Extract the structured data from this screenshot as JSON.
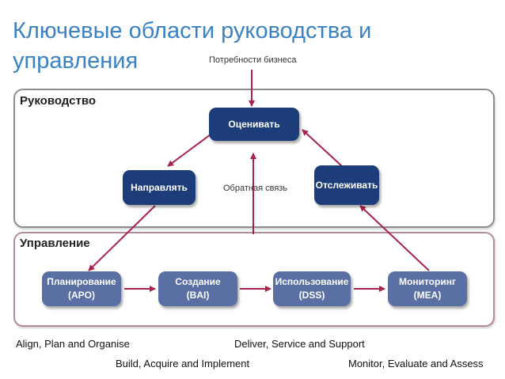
{
  "title": "Ключевые области руководства и управления",
  "top_label": "Потребности бизнеса",
  "governance": {
    "label": "Руководство",
    "evaluate": "Оценивать",
    "direct": "Направлять",
    "monitor": "Отслеживать",
    "feedback": "Обратная связь"
  },
  "management": {
    "label": "Управление",
    "boxes": [
      {
        "line1": "Планирование",
        "line2": "(APO)"
      },
      {
        "line1": "Создание",
        "line2": "(BAI)"
      },
      {
        "line1": "Использование",
        "line2": "(DSS)"
      },
      {
        "line1": "Мониторинг",
        "line2": "(MEA)"
      }
    ]
  },
  "captions": {
    "apo": "Align, Plan and Organise",
    "dss": "Deliver, Service and Support",
    "bai": "Build, Acquire and Implement",
    "mea": "Monitor, Evaluate and Assess"
  },
  "colors": {
    "title": "#3b82c4",
    "governance_box": "#1d3d7a",
    "management_box": "#5a6fa3",
    "arrow": "#a8234a"
  }
}
